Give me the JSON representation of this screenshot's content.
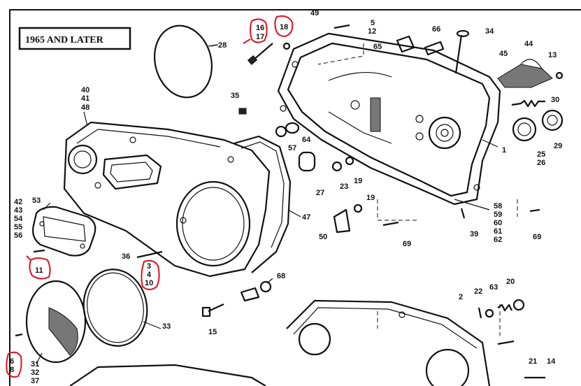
{
  "title": "1965 AND LATER",
  "callouts": {
    "c49": "49",
    "c5": "5",
    "c12": "12",
    "c66": "66",
    "c34": "34",
    "c65": "65",
    "c16": "16",
    "c17": "17",
    "c18": "18",
    "c28": "28",
    "c45": "45",
    "c44": "44",
    "c13": "13",
    "c40": "40",
    "c41": "41",
    "c48": "48",
    "c35": "35",
    "c30": "30",
    "c64": "64",
    "c57": "57",
    "c1": "1",
    "c25": "25",
    "c26": "26",
    "c29": "29",
    "c27": "27",
    "c23": "23",
    "c19a": "19",
    "c19b": "19",
    "c42": "42",
    "c43": "43",
    "c54": "54",
    "c55": "55",
    "c56": "56",
    "c53": "53",
    "c47": "47",
    "c50": "50",
    "c69a": "69",
    "c39": "39",
    "c58": "58",
    "c59": "59",
    "c60": "60",
    "c61": "61",
    "c62": "62",
    "c69b": "69",
    "c36": "36",
    "c3": "3",
    "c4": "4",
    "c10": "10",
    "c11": "11",
    "c68": "68",
    "c2": "2",
    "c22": "22",
    "c63": "63",
    "c20": "20",
    "c15": "15",
    "c33": "33",
    "c6": "6",
    "c8": "8",
    "c31": "31",
    "c32": "32",
    "c37": "37",
    "c21": "21",
    "c14": "14"
  },
  "annotation_color": "#e01020",
  "line_color": "#111111"
}
